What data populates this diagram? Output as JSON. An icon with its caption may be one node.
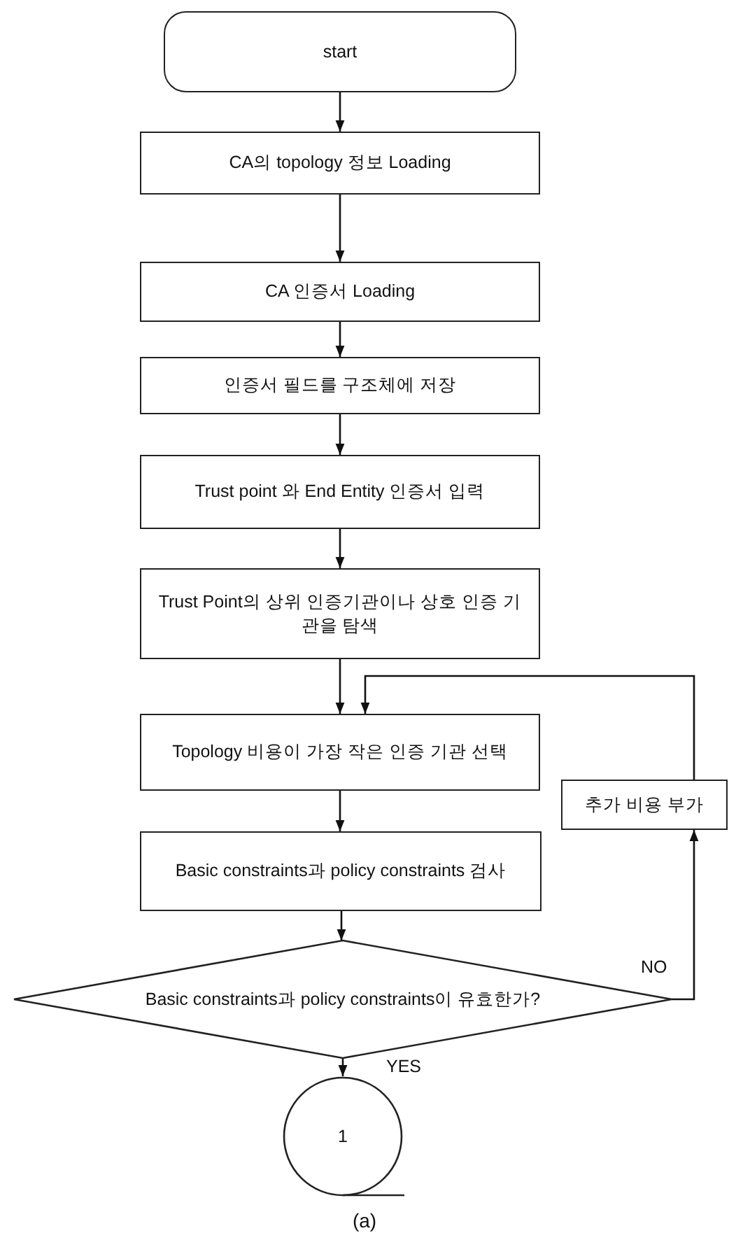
{
  "diagram": {
    "caption": "(a)",
    "nodes": [
      {
        "text": [
          "start"
        ]
      },
      {
        "text": [
          "CA의 topology 정보 Loading"
        ]
      },
      {
        "text": [
          "CA 인증서 Loading"
        ]
      },
      {
        "text": [
          "인증서 필드를 구조체에 저장"
        ]
      },
      {
        "text": [
          "Trust point 와 End Entity 인증서 입력"
        ]
      },
      {
        "text": [
          "Trust Point의 상위 인증기관이나 상호 인증 기관을 탐색"
        ]
      },
      {
        "text": [
          "Topology 비용이 가장 작은 인증 기관 선택"
        ]
      },
      {
        "text": [
          "Basic constraints과 policy constraints 검사"
        ]
      },
      {
        "text": [
          "Basic constraints과 policy constraints이 유효한가?"
        ]
      },
      {
        "text": [
          "1"
        ]
      },
      {
        "text": [
          "추가 비용 부가"
        ]
      }
    ],
    "edges": [
      {
        "from": 0,
        "to": 1,
        "arrow": "to"
      },
      {
        "from": 1,
        "to": 2,
        "arrow": "to"
      },
      {
        "from": 2,
        "to": 3,
        "arrow": "to"
      },
      {
        "from": 3,
        "to": 4,
        "arrow": "to"
      },
      {
        "from": 4,
        "to": 5,
        "arrow": "to"
      },
      {
        "from": 5,
        "to": 6,
        "arrow": "to"
      },
      {
        "from": 6,
        "to": 7,
        "arrow": "to"
      },
      {
        "from": 7,
        "to": 8,
        "arrow": "to"
      },
      {
        "from": 8,
        "to": 9,
        "arrow": "to",
        "label": "YES"
      },
      {
        "from": 8,
        "to": 10,
        "arrow": "to",
        "label": "NO"
      },
      {
        "from": 10,
        "to": 6,
        "arrow": "to"
      }
    ]
  }
}
